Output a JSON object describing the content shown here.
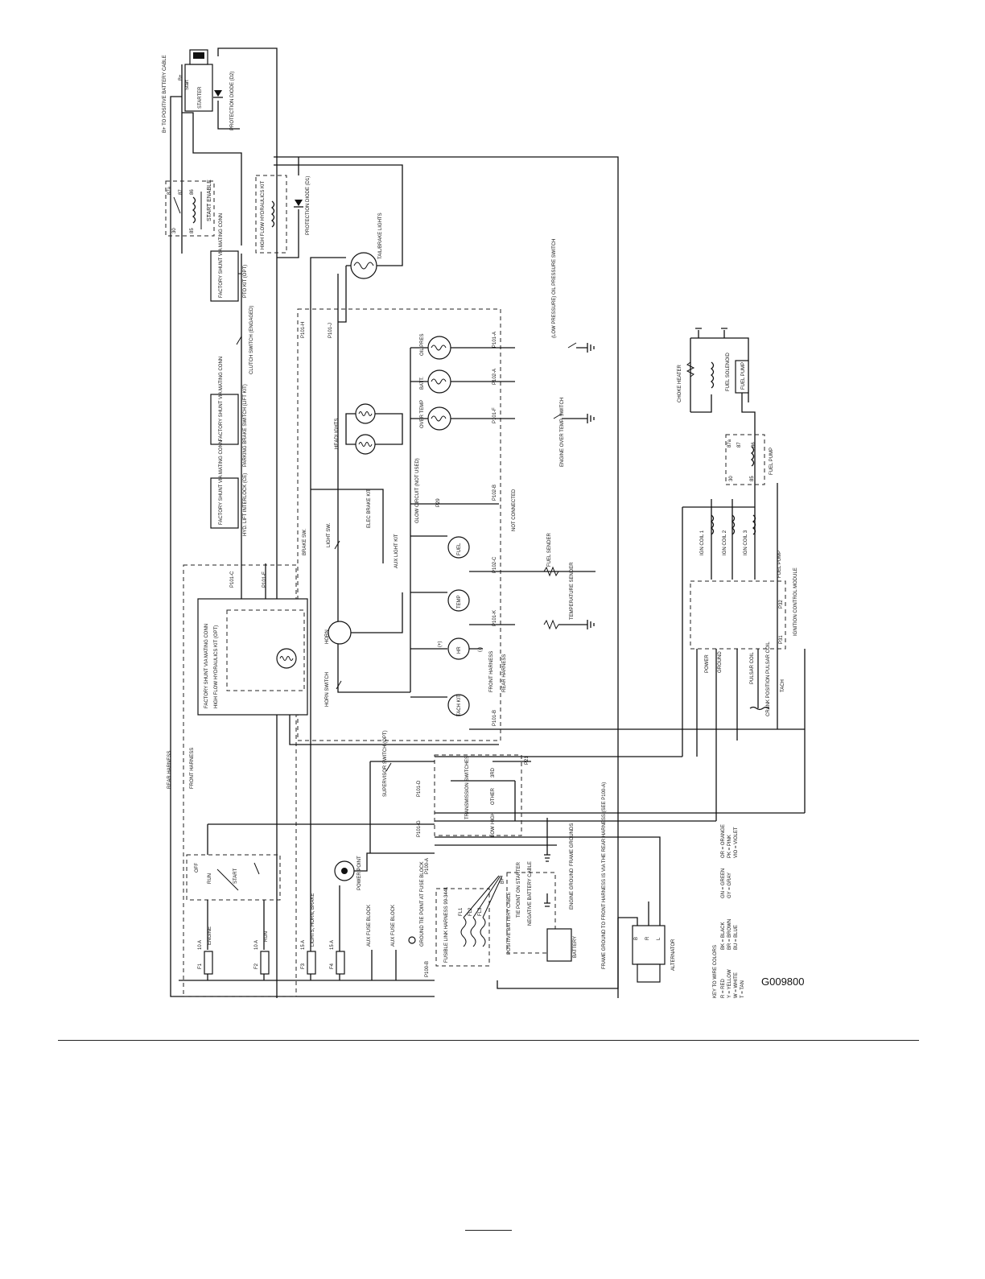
{
  "diagram": {
    "code": "G009800",
    "wire_color_key": {
      "title": "KEY TO WIRE COLORS",
      "col1": [
        "R = RED",
        "Y = YELLOW",
        "W = WHITE",
        "T = TAN"
      ],
      "col2": [
        "BK = BLACK",
        "BR = BROWN",
        "BU = BLUE"
      ],
      "col3": [
        "GN = GREEN",
        "GY = GRAY"
      ],
      "col4": [
        "OR = ORANGE",
        "PK = PINK",
        "VIO = VIOLET"
      ]
    },
    "top": {
      "b_plus": "B+ TO POSITIVE BATTERY CABLE",
      "b_plus_term": "B+",
      "start_term": "Start",
      "starter": "STARTER",
      "diode_d2": "PROTECTION DIODE (D2)",
      "diode_d1": "PROTECTION DIODE (D1)",
      "start_enable": "START ENABLE",
      "high_flow": "HIGH FLOW HYDRAULICS KIT",
      "tail_brake": "TAIL/BRAKE LIGHTS",
      "relay_87a": "87a",
      "relay_87": "87",
      "relay_85": "85",
      "relay_86": "86",
      "relay_30": "30"
    },
    "shunts": {
      "shunt1": "FACTORY SHUNT VIA MATING CONN",
      "pto": "PTO KIT (OPT)",
      "clutch": "CLUTCH SWITCH (ENGAGED)",
      "shunt2": "FACTORY SHUNT VIA MATING CONN",
      "park": "PARKING BRAKE SWITCH (LIFT KIT)",
      "shunt3": "FACTORY SHUNT VIA MATING CONN",
      "hyd": "HYD. LIFT INTERLOCK (CE)"
    },
    "connectors": {
      "p101h": "P101-H",
      "p101j": "P101-J",
      "p101a": "P101-A",
      "p102a": "P102-A",
      "p101f": "P101-F",
      "p102b": "P102-B",
      "p102c": "P102-C",
      "p101k": "P101-K",
      "p101b": "P101-B",
      "p101c": "P101-C",
      "p101e": "P101-E",
      "p101d": "P101-D",
      "p101g": "P101-G",
      "p100a": "P100-A",
      "p100b": "P100-B",
      "p21": "P21",
      "p29": "P29",
      "p31": "P31",
      "p32": "P32"
    },
    "gauges": {
      "oil": "OIL PRES",
      "batt": "BATT.",
      "temp_over": "OVER TEMP",
      "glow": "GLOW CIRCUIT (NOT USED)",
      "not_connected": "NOT CONNECTED",
      "fuel": "FUEL",
      "temp": "TEMP",
      "hr": "HR",
      "tach": "TACH KIT",
      "front_harness": "FRONT HARNESS",
      "rear_harness": "REAR HARNESS",
      "plus": "(+)",
      "minus": "(-)"
    },
    "sensors": {
      "oil_switch": "(LOW PRESSURE) OIL PRESSURE SWITCH",
      "engine_temp": "ENGINE OVER TEMP. SWITCH",
      "fuel_sender": "FUEL SENDER",
      "temp_sender": "TEMPERATURE SENDER"
    },
    "right": {
      "choke": "CHOKE HEATER",
      "fuel_solenoid": "FUEL SOLENOID",
      "fuel_pump": "FUEL PUMP",
      "fuel_pump_relay": "FUEL PUMP",
      "ign1": "IGN COIL 1",
      "ign2": "IGN COIL 2",
      "ign3": "IGN COIL 3",
      "fuel_pump_wire": "FUEL PUMP",
      "icm": "IGNITION CONTROL MODULE",
      "power": "POWER",
      "ground": "GROUND",
      "pulsar": "PULSAR COIL",
      "crank": "CRANK POSITION PULSAR COIL",
      "tach": "TACH"
    },
    "mid": {
      "brake_sw": "BRAKE SW.",
      "light_sw": "LIGHT SW.",
      "headlights": "HEADLIGHTS",
      "elec_brake": "ELEC BRAKE KIT",
      "aux_light": "AUX LIGHT KIT",
      "horn": "HORN",
      "horn_switch": "HORN SWITCH",
      "shunt_hf": "FACTORY SHUNT VIA MATING CONN",
      "hf_kit": "HIGH FLOW HYDRAULICS KIT (OPT)",
      "supervisor": "SUPERVISOR SWITCH (OPT)",
      "transmission": "TRANSMISSION SWITCHES",
      "third": "3RD",
      "other": "OTHER",
      "high": "HIGH",
      "low": "LOW",
      "rear_harness": "REAR HARNESS",
      "front_harness": "FRONT HARNESS"
    },
    "bottom": {
      "off": "OFF",
      "run": "RUN",
      "start": "START",
      "power_point": "POWER POINT",
      "f1": "F1",
      "f1_amp": "10 A",
      "f1_name": "ENGINE",
      "f2": "F2",
      "f2_amp": "10 A",
      "f2_name": "RUN",
      "f3": "F3",
      "f3_amp": "15 A",
      "f3_name": "LIGHTS, HORN, BRAKE",
      "f4": "F4",
      "f4_amp": "15 A",
      "aux1": "AUX FUSE BLOCK",
      "aux2": "AUX FUSE BLOCK",
      "ground_tie": "GROUND TIE POINT AT FUSE BLOCK",
      "fusible": "FUSIBLE LINK HARNESS 99-3441",
      "fl1": "FL1",
      "fl2": "FL2",
      "fl3": "FL3",
      "pos_cable": "POSITIVE BATTERY CABLE",
      "tie_point": "TIE POINT ON STARTER",
      "b_plus": "B+",
      "neg_cable": "NEGATIVE BATTERY CABLE",
      "engine_ground": "ENGINE GROUND",
      "frame_grounds": "FRAME GROUNDS",
      "battery": "BATTERY",
      "frame_note": "FRAME GROUND TO FRONT HARNESS IS VIA THE REAR HARNESS (SEE P100-A)",
      "alternator": "ALTERNATOR",
      "alt_b": "B",
      "alt_r": "R",
      "alt_l": "L"
    }
  }
}
